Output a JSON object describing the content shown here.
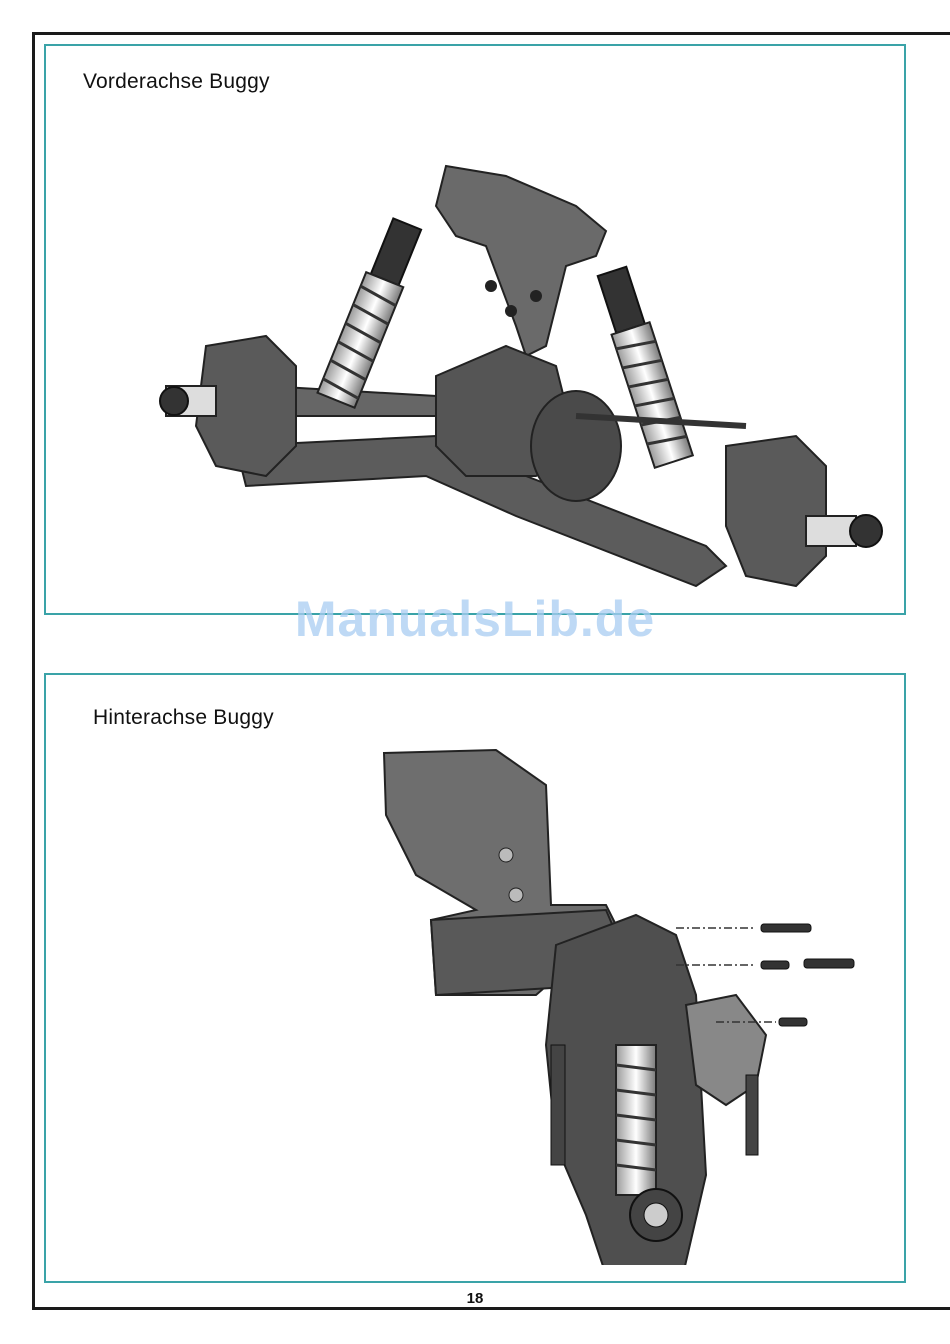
{
  "panels": {
    "front": {
      "title": "Vorderachse Buggy",
      "illustration": "front-axle-buggy-illustration"
    },
    "rear": {
      "title": "Hinterachse Buggy",
      "illustration": "rear-axle-buggy-illustration"
    }
  },
  "watermark": "ManualsLib.de",
  "page_number": "18",
  "colors": {
    "panel_border": "#3aa3a8",
    "frame": "#1a1a1a",
    "watermark": "#a9cdf2"
  }
}
